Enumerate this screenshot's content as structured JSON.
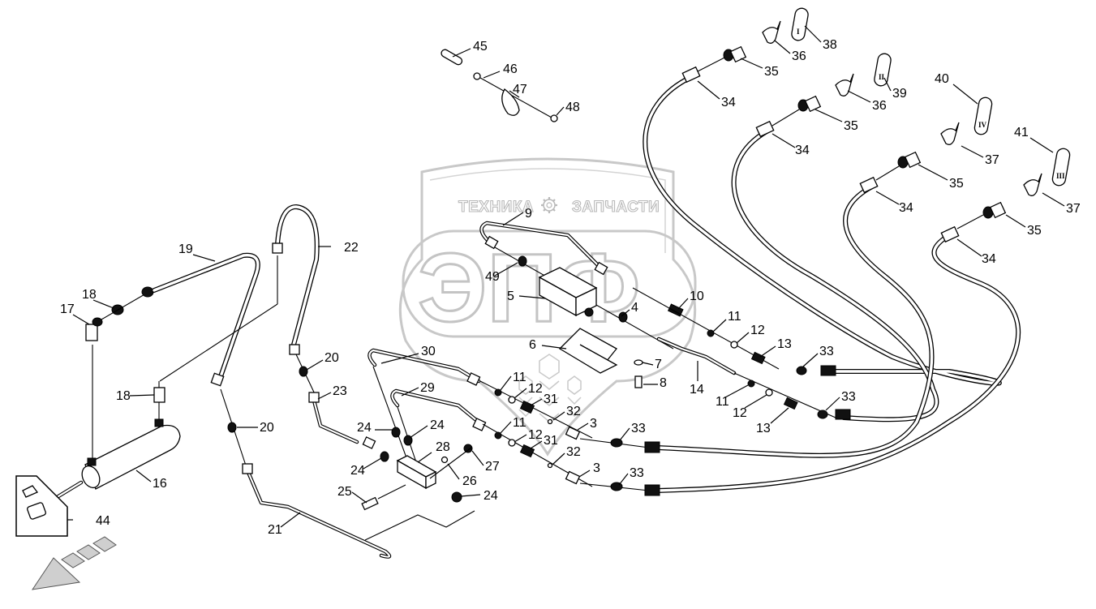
{
  "diagram": {
    "type": "exploded parts diagram - hydraulic hose assembly",
    "watermark": {
      "left_text": "ТЕХНИКА",
      "right_text": "ЗАПЧАСТИ",
      "logo_text": "ЭПФ",
      "gear_icon": "gear-icon"
    },
    "direction_indicator": "arrow-left-down-icon",
    "inset_box_label": "44",
    "tag_roman_numerals": {
      "38": "I",
      "39": "II",
      "40": "IV",
      "41": "III"
    },
    "callouts": [
      {
        "id": "c45",
        "label": "45"
      },
      {
        "id": "c46",
        "label": "46"
      },
      {
        "id": "c47",
        "label": "47"
      },
      {
        "id": "c48",
        "label": "48"
      },
      {
        "id": "c38",
        "label": "38"
      },
      {
        "id": "c36a",
        "label": "36"
      },
      {
        "id": "c35a",
        "label": "35"
      },
      {
        "id": "c34a",
        "label": "34"
      },
      {
        "id": "c39",
        "label": "39"
      },
      {
        "id": "c36b",
        "label": "36"
      },
      {
        "id": "c35b",
        "label": "35"
      },
      {
        "id": "c34b",
        "label": "34"
      },
      {
        "id": "c40",
        "label": "40"
      },
      {
        "id": "c37a",
        "label": "37"
      },
      {
        "id": "c35c",
        "label": "35"
      },
      {
        "id": "c34c",
        "label": "34"
      },
      {
        "id": "c41",
        "label": "41"
      },
      {
        "id": "c37b",
        "label": "37"
      },
      {
        "id": "c35d",
        "label": "35"
      },
      {
        "id": "c34d",
        "label": "34"
      },
      {
        "id": "c9",
        "label": "9"
      },
      {
        "id": "c49",
        "label": "49"
      },
      {
        "id": "c5",
        "label": "5"
      },
      {
        "id": "c4",
        "label": "4"
      },
      {
        "id": "c10",
        "label": "10"
      },
      {
        "id": "c6",
        "label": "6"
      },
      {
        "id": "c7",
        "label": "7"
      },
      {
        "id": "c8",
        "label": "8"
      },
      {
        "id": "c11a",
        "label": "11"
      },
      {
        "id": "c12a",
        "label": "12"
      },
      {
        "id": "c13a",
        "label": "13"
      },
      {
        "id": "c33a",
        "label": "33"
      },
      {
        "id": "c14",
        "label": "14"
      },
      {
        "id": "c11b",
        "label": "11"
      },
      {
        "id": "c12b",
        "label": "12"
      },
      {
        "id": "c13b",
        "label": "13"
      },
      {
        "id": "c33b",
        "label": "33"
      },
      {
        "id": "c19",
        "label": "19"
      },
      {
        "id": "c22",
        "label": "22"
      },
      {
        "id": "c18a",
        "label": "18"
      },
      {
        "id": "c17",
        "label": "17"
      },
      {
        "id": "c18b",
        "label": "18"
      },
      {
        "id": "c16",
        "label": "16"
      },
      {
        "id": "c44",
        "label": "44"
      },
      {
        "id": "c20a",
        "label": "20"
      },
      {
        "id": "c20b",
        "label": "20"
      },
      {
        "id": "c23",
        "label": "23"
      },
      {
        "id": "c21",
        "label": "21"
      },
      {
        "id": "c30",
        "label": "30"
      },
      {
        "id": "c29",
        "label": "29"
      },
      {
        "id": "c24a",
        "label": "24"
      },
      {
        "id": "c24b",
        "label": "24"
      },
      {
        "id": "c24c",
        "label": "24"
      },
      {
        "id": "c24d",
        "label": "24"
      },
      {
        "id": "c28",
        "label": "28"
      },
      {
        "id": "c25",
        "label": "25"
      },
      {
        "id": "c26",
        "label": "26"
      },
      {
        "id": "c27",
        "label": "27"
      },
      {
        "id": "c11c",
        "label": "11"
      },
      {
        "id": "c12c",
        "label": "12"
      },
      {
        "id": "c31a",
        "label": "31"
      },
      {
        "id": "c32a",
        "label": "32"
      },
      {
        "id": "c3a",
        "label": "3"
      },
      {
        "id": "c33c",
        "label": "33"
      },
      {
        "id": "c11d",
        "label": "11"
      },
      {
        "id": "c12d",
        "label": "12"
      },
      {
        "id": "c31b",
        "label": "31"
      },
      {
        "id": "c32b",
        "label": "32"
      },
      {
        "id": "c3b",
        "label": "3"
      },
      {
        "id": "c33d",
        "label": "33"
      }
    ]
  }
}
